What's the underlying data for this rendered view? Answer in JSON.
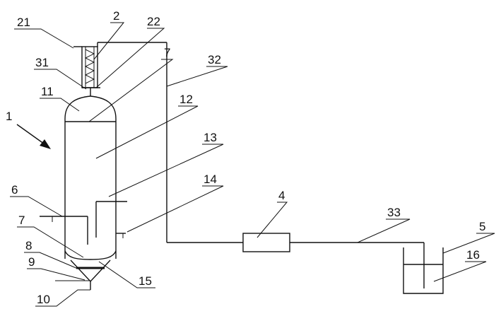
{
  "labels": {
    "n1": "1",
    "n2": "2",
    "n4": "4",
    "n5": "5",
    "n6": "6",
    "n7a": "7",
    "n7b": "7",
    "n8": "8",
    "n9": "9",
    "n10": "10",
    "n11": "11",
    "n12": "12",
    "n13": "13",
    "n14": "14",
    "n15": "15",
    "n16": "16",
    "n21": "21",
    "n22": "22",
    "n31": "31",
    "n32": "32",
    "n33": "33"
  }
}
